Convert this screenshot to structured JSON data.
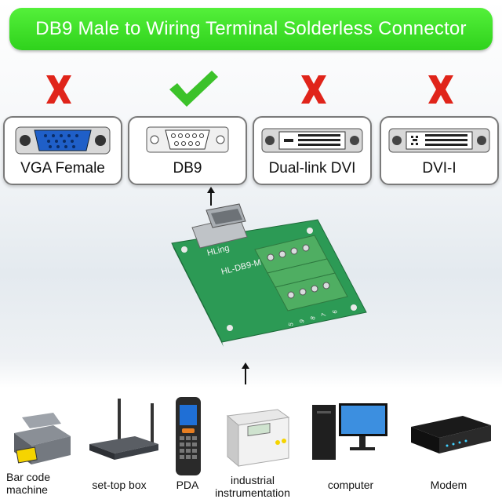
{
  "banner": {
    "title": "DB9 Male to Wiring Terminal Solderless Connector"
  },
  "colors": {
    "accent_green": "#3be024",
    "cross_red": "#e0241a",
    "check_green": "#3cc22a",
    "pcb_green": "#2c9a55",
    "terminal_green": "#4fae62"
  },
  "connectors": [
    {
      "label": "VGA Female",
      "status": "x-mark-icon"
    },
    {
      "label": "DB9",
      "status": "check-mark-icon"
    },
    {
      "label": "Dual-link DVI",
      "status": "x-mark-icon"
    },
    {
      "label": "DVI-I",
      "status": "x-mark-icon"
    }
  ],
  "board": {
    "brand": "HLing",
    "model": "HL-DB9-M",
    "pins": [
      "6",
      "7",
      "8",
      "9",
      "5"
    ]
  },
  "devices": [
    {
      "label_line1": "Bar code",
      "label_line2": "machine"
    },
    {
      "label_line1": "set-top box",
      "label_line2": ""
    },
    {
      "label_line1": "PDA",
      "label_line2": ""
    },
    {
      "label_line1": "industrial",
      "label_line2": "instrumentation"
    },
    {
      "label_line1": "computer",
      "label_line2": ""
    },
    {
      "label_line1": "Modem",
      "label_line2": ""
    }
  ]
}
